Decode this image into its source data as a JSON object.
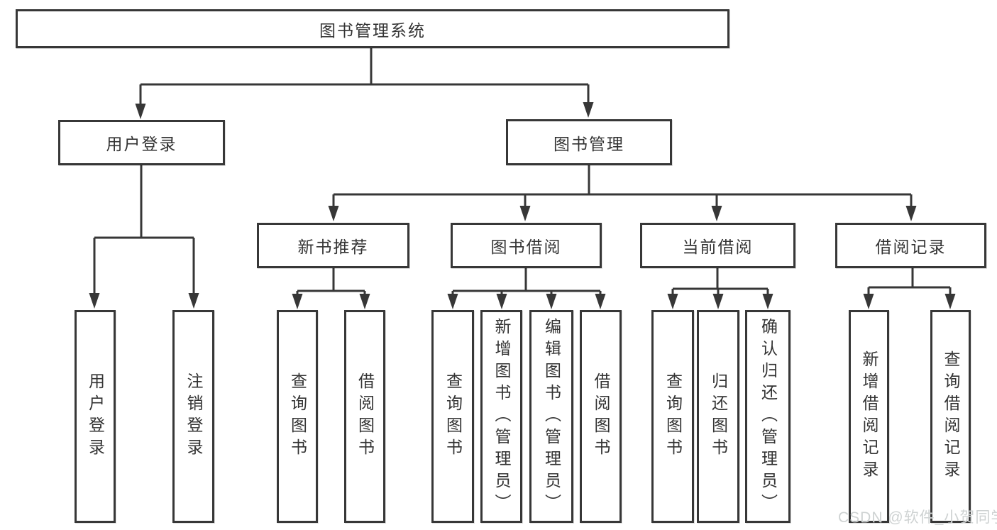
{
  "diagram": {
    "root": {
      "label": "图书管理系统"
    },
    "level2": [
      {
        "id": "user-login",
        "label": "用户登录"
      },
      {
        "id": "book-management",
        "label": "图书管理"
      }
    ],
    "level3": [
      {
        "id": "new-book-recommend",
        "label": "新书推荐"
      },
      {
        "id": "book-borrowing",
        "label": "图书借阅"
      },
      {
        "id": "current-borrowing",
        "label": "当前借阅"
      },
      {
        "id": "borrow-records",
        "label": "借阅记录"
      }
    ],
    "leaves": {
      "user_login": [
        "用户登录",
        "注销登录"
      ],
      "new_book_recommend": [
        "查询图书",
        "借阅图书"
      ],
      "book_borrowing": [
        "查询图书",
        "新增图书（管理员）",
        "编辑图书（管理员）",
        "借阅图书"
      ],
      "current_borrowing": [
        "查询图书",
        "归还图书",
        "确认归还（管理员）"
      ],
      "borrow_records": [
        "新增借阅记录",
        "查询借阅记录"
      ]
    }
  },
  "watermark": "CSDN @软件_小贺同学",
  "colors": {
    "line": "#373737",
    "text": "#333333",
    "background": "#ffffff",
    "watermark": "#cbd0d0"
  }
}
